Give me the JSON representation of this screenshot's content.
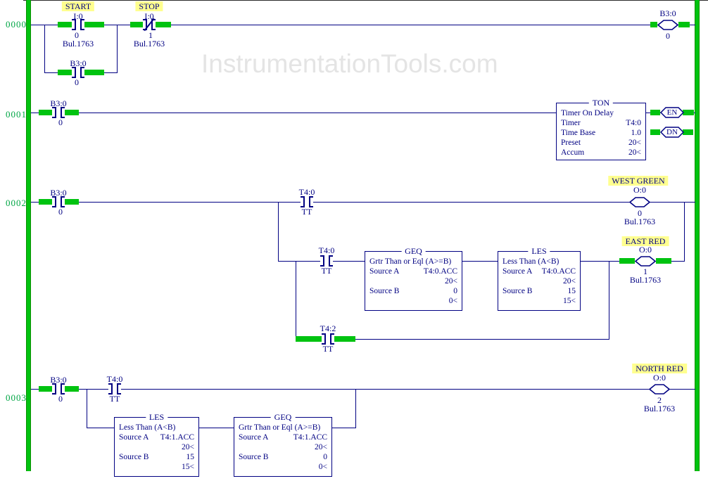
{
  "watermark": "InstrumentationTools.com",
  "colors": {
    "wire": "#000082",
    "highlight": "#00c310",
    "label_bg": "#ffff8f",
    "rung_number": "#00a544",
    "watermark": "#e4e4e4"
  },
  "rungs": {
    "r0": {
      "number": "0000",
      "start": {
        "label": "START",
        "addr": "I:0",
        "bit": "0",
        "card": "Bul.1763"
      },
      "stop": {
        "label": "STOP",
        "addr": "I:0",
        "bit": "1",
        "card": "Bul.1763"
      },
      "seal": {
        "addr": "B3:0",
        "bit": "0"
      },
      "coil": {
        "addr": "B3:0",
        "bit": "0"
      }
    },
    "r1": {
      "number": "0001",
      "b30": {
        "addr": "B3:0",
        "bit": "0"
      },
      "ton": {
        "title": "TON",
        "name": "Timer On Delay",
        "timer_label": "Timer",
        "timer": "T4:0",
        "base_label": "Time Base",
        "base": "1.0",
        "preset_label": "Preset",
        "preset": "20<",
        "accum_label": "Accum",
        "accum": "20<",
        "en": "EN",
        "dn": "DN"
      }
    },
    "r2": {
      "number": "0002",
      "b30": {
        "addr": "B3:0",
        "bit": "0"
      },
      "t40_main": {
        "addr": "T4:0",
        "bit": "TT"
      },
      "west_green": {
        "label": "WEST GREEN",
        "addr": "O:0",
        "bit": "0",
        "card": "Bul.1763"
      },
      "t40_br": {
        "addr": "T4:0",
        "bit": "TT"
      },
      "geq": {
        "title": "GEQ",
        "desc": "Grtr Than or Eql (A>=B)",
        "a_label": "Source A",
        "a": "T4:0.ACC",
        "a_val": "20<",
        "b_label": "Source B",
        "b": "0",
        "b_val": "0<"
      },
      "les": {
        "title": "LES",
        "desc": "Less Than (A<B)",
        "a_label": "Source A",
        "a": "T4:0.ACC",
        "a_val": "20<",
        "b_label": "Source B",
        "b": "15",
        "b_val": "15<"
      },
      "east_red": {
        "label": "EAST RED",
        "addr": "O:0",
        "bit": "1",
        "card": "Bul.1763"
      },
      "t42": {
        "addr": "T4:2",
        "bit": "TT"
      }
    },
    "r3": {
      "number": "0003",
      "b30": {
        "addr": "B3:0",
        "bit": "0"
      },
      "t40": {
        "addr": "T4:0",
        "bit": "TT"
      },
      "north_red": {
        "label": "NORTH RED",
        "addr": "O:0",
        "bit": "2",
        "card": "Bul.1763"
      },
      "les": {
        "title": "LES",
        "desc": "Less Than (A<B)",
        "a_label": "Source A",
        "a": "T4:1.ACC",
        "a_val": "20<",
        "b_label": "Source B",
        "b": "15",
        "b_val": "15<"
      },
      "geq": {
        "title": "GEQ",
        "desc": "Grtr Than or Eql (A>=B)",
        "a_label": "Source A",
        "a": "T4:1.ACC",
        "a_val": "20<",
        "b_label": "Source B",
        "b": "0",
        "b_val": "0<"
      }
    }
  }
}
